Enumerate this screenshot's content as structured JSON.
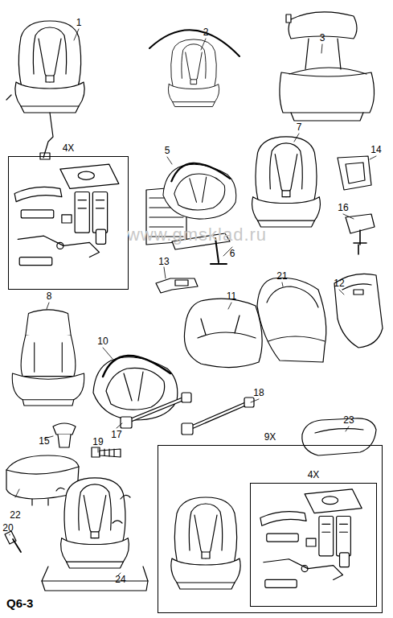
{
  "diagram": {
    "nodes": [
      {
        "text": [
          "4X"
        ]
      },
      {
        "text": [
          "9X"
        ]
      },
      {
        "text": [
          "4X"
        ],
        "in": 1
      }
    ],
    "labels": [
      "1",
      "2",
      "3",
      "7",
      "14",
      "5",
      "16",
      "6",
      "13",
      "21",
      "12",
      "8",
      "11",
      "10",
      "18",
      "17",
      "15",
      "19",
      "23",
      "22",
      "20",
      "24",
      "www.gmsklad.ru",
      "Q6-3"
    ]
  }
}
